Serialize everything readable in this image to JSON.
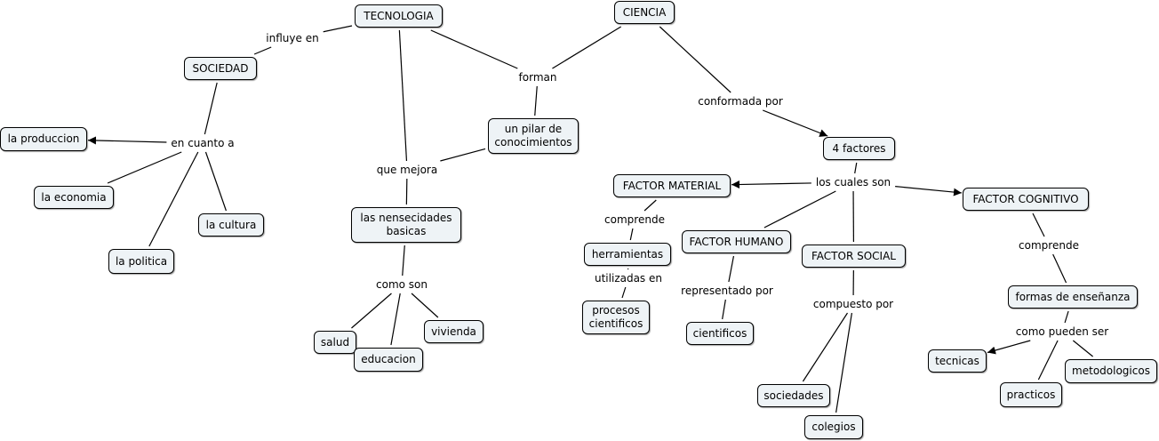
{
  "colors": {
    "node_fill": "#eef3f6",
    "node_border": "#000000",
    "line": "#000000"
  },
  "concepts": {
    "tecnologia": "TECNOLOGIA",
    "ciencia": "CIENCIA",
    "sociedad": "SOCIEDAD",
    "la_produccion": "la produccion",
    "la_economia": "la economia",
    "la_cultura": "la cultura",
    "la_politica": "la politica",
    "un_pilar": "un pilar de\nconocimientos",
    "nensecidades": "las nensecidades\nbasicas",
    "salud": "salud",
    "educacion": "educacion",
    "vivienda": "vivienda",
    "cuatro_factores": "4  factores",
    "factor_material": "FACTOR MATERIAL",
    "herramientas": "herramientas",
    "procesos": "procesos\ncientificos",
    "factor_humano": "FACTOR HUMANO",
    "cientificos": "cientificos",
    "factor_social": "FACTOR SOCIAL",
    "sociedades": "sociedades",
    "colegios": "colegios",
    "factor_cognitivo": "FACTOR COGNITIVO",
    "formas": "formas de enseñanza",
    "tecnicas": "tecnicas",
    "practicos": "practicos",
    "metodologicos": "metodologicos"
  },
  "linking_phrases": {
    "influye_en": "influye en",
    "forman": "forman",
    "en_cuanto_a": "en cuanto a",
    "que_mejora": "que mejora",
    "como_son": "como son",
    "conformada_por": "conformada por",
    "los_cuales_son": "los cuales son",
    "comprende_material": "comprende",
    "utilizadas_en": "utilizadas en",
    "representado_por": "representado por",
    "compuesto_por": "compuesto por",
    "comprende_cognitivo": "comprende",
    "como_pueden_ser": "como pueden ser"
  },
  "connections": [
    [
      "tecnologia",
      "influye_en",
      false
    ],
    [
      "influye_en",
      "sociedad",
      false
    ],
    [
      "tecnologia",
      "forman",
      false
    ],
    [
      "ciencia",
      "forman",
      false
    ],
    [
      "forman",
      "un_pilar",
      false
    ],
    [
      "sociedad",
      "en_cuanto_a",
      false
    ],
    [
      "en_cuanto_a",
      "la_produccion",
      true
    ],
    [
      "en_cuanto_a",
      "la_economia",
      false
    ],
    [
      "en_cuanto_a",
      "la_politica",
      false
    ],
    [
      "en_cuanto_a",
      "la_cultura",
      false
    ],
    [
      "tecnologia",
      "que_mejora",
      false
    ],
    [
      "un_pilar",
      "que_mejora",
      false
    ],
    [
      "que_mejora",
      "nensecidades",
      false
    ],
    [
      "nensecidades",
      "como_son",
      false
    ],
    [
      "como_son",
      "salud",
      false
    ],
    [
      "como_son",
      "educacion",
      false
    ],
    [
      "como_son",
      "vivienda",
      false
    ],
    [
      "ciencia",
      "conformada_por",
      false
    ],
    [
      "conformada_por",
      "cuatro_factores",
      true
    ],
    [
      "cuatro_factores",
      "los_cuales_son",
      false
    ],
    [
      "los_cuales_son",
      "factor_material",
      true
    ],
    [
      "los_cuales_son",
      "factor_humano",
      false
    ],
    [
      "los_cuales_son",
      "factor_social",
      false
    ],
    [
      "los_cuales_son",
      "factor_cognitivo",
      true
    ],
    [
      "factor_material",
      "comprende_material",
      false
    ],
    [
      "comprende_material",
      "herramientas",
      false
    ],
    [
      "herramientas",
      "utilizadas_en",
      false
    ],
    [
      "utilizadas_en",
      "procesos",
      false
    ],
    [
      "factor_humano",
      "representado_por",
      false
    ],
    [
      "representado_por",
      "cientificos",
      false
    ],
    [
      "factor_social",
      "compuesto_por",
      false
    ],
    [
      "compuesto_por",
      "sociedades",
      false
    ],
    [
      "compuesto_por",
      "colegios",
      false
    ],
    [
      "factor_cognitivo",
      "comprende_cognitivo",
      false
    ],
    [
      "comprende_cognitivo",
      "formas",
      false
    ],
    [
      "formas",
      "como_pueden_ser",
      false
    ],
    [
      "como_pueden_ser",
      "tecnicas",
      true
    ],
    [
      "como_pueden_ser",
      "practicos",
      false
    ],
    [
      "como_pueden_ser",
      "metodologicos",
      false
    ]
  ]
}
